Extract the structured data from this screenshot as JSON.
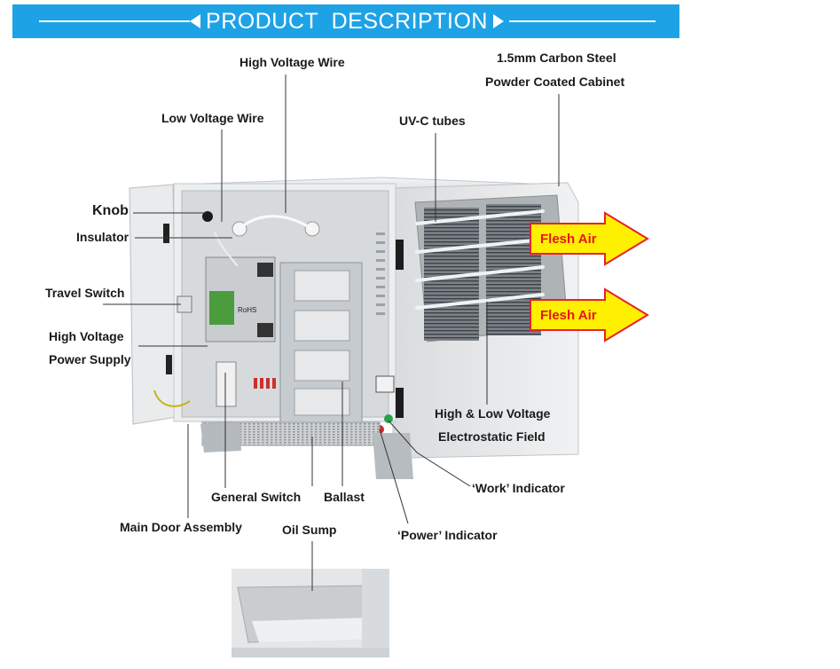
{
  "header": {
    "title": "PRODUCT  DESCRIPTION"
  },
  "labels": {
    "high_voltage_wire": "High Voltage Wire",
    "carbon_steel_line1": "1.5mm Carbon Steel",
    "carbon_steel_line2": "Powder Coated Cabinet",
    "low_voltage_wire": "Low Voltage Wire",
    "uvc_tubes": "UV-C tubes",
    "knob": "Knob",
    "insulator": "Insulator",
    "travel_switch": "Travel Switch",
    "hv_supply_line1": "High Voltage",
    "hv_supply_line2": "Power Supply",
    "field_line1": "High & Low Voltage",
    "field_line2": "Electrostatic Field",
    "general_switch": "General Switch",
    "ballast": "Ballast",
    "work_indicator": "‘Work’ Indicator",
    "main_door": "Main Door Assembly",
    "oil_sump": "Oil Sump",
    "power_indicator": "‘Power’ Indicator"
  },
  "arrows": {
    "top": "Flesh Air",
    "bottom": "Flesh Air"
  },
  "markings": {
    "rohs": "RoHS"
  },
  "colors": {
    "banner": "#1ea2e6",
    "arrow_fill": "#ffef00",
    "arrow_stroke": "#e8212a",
    "arrow_text": "#e4161b",
    "cabinet": "#e6e8e9"
  }
}
